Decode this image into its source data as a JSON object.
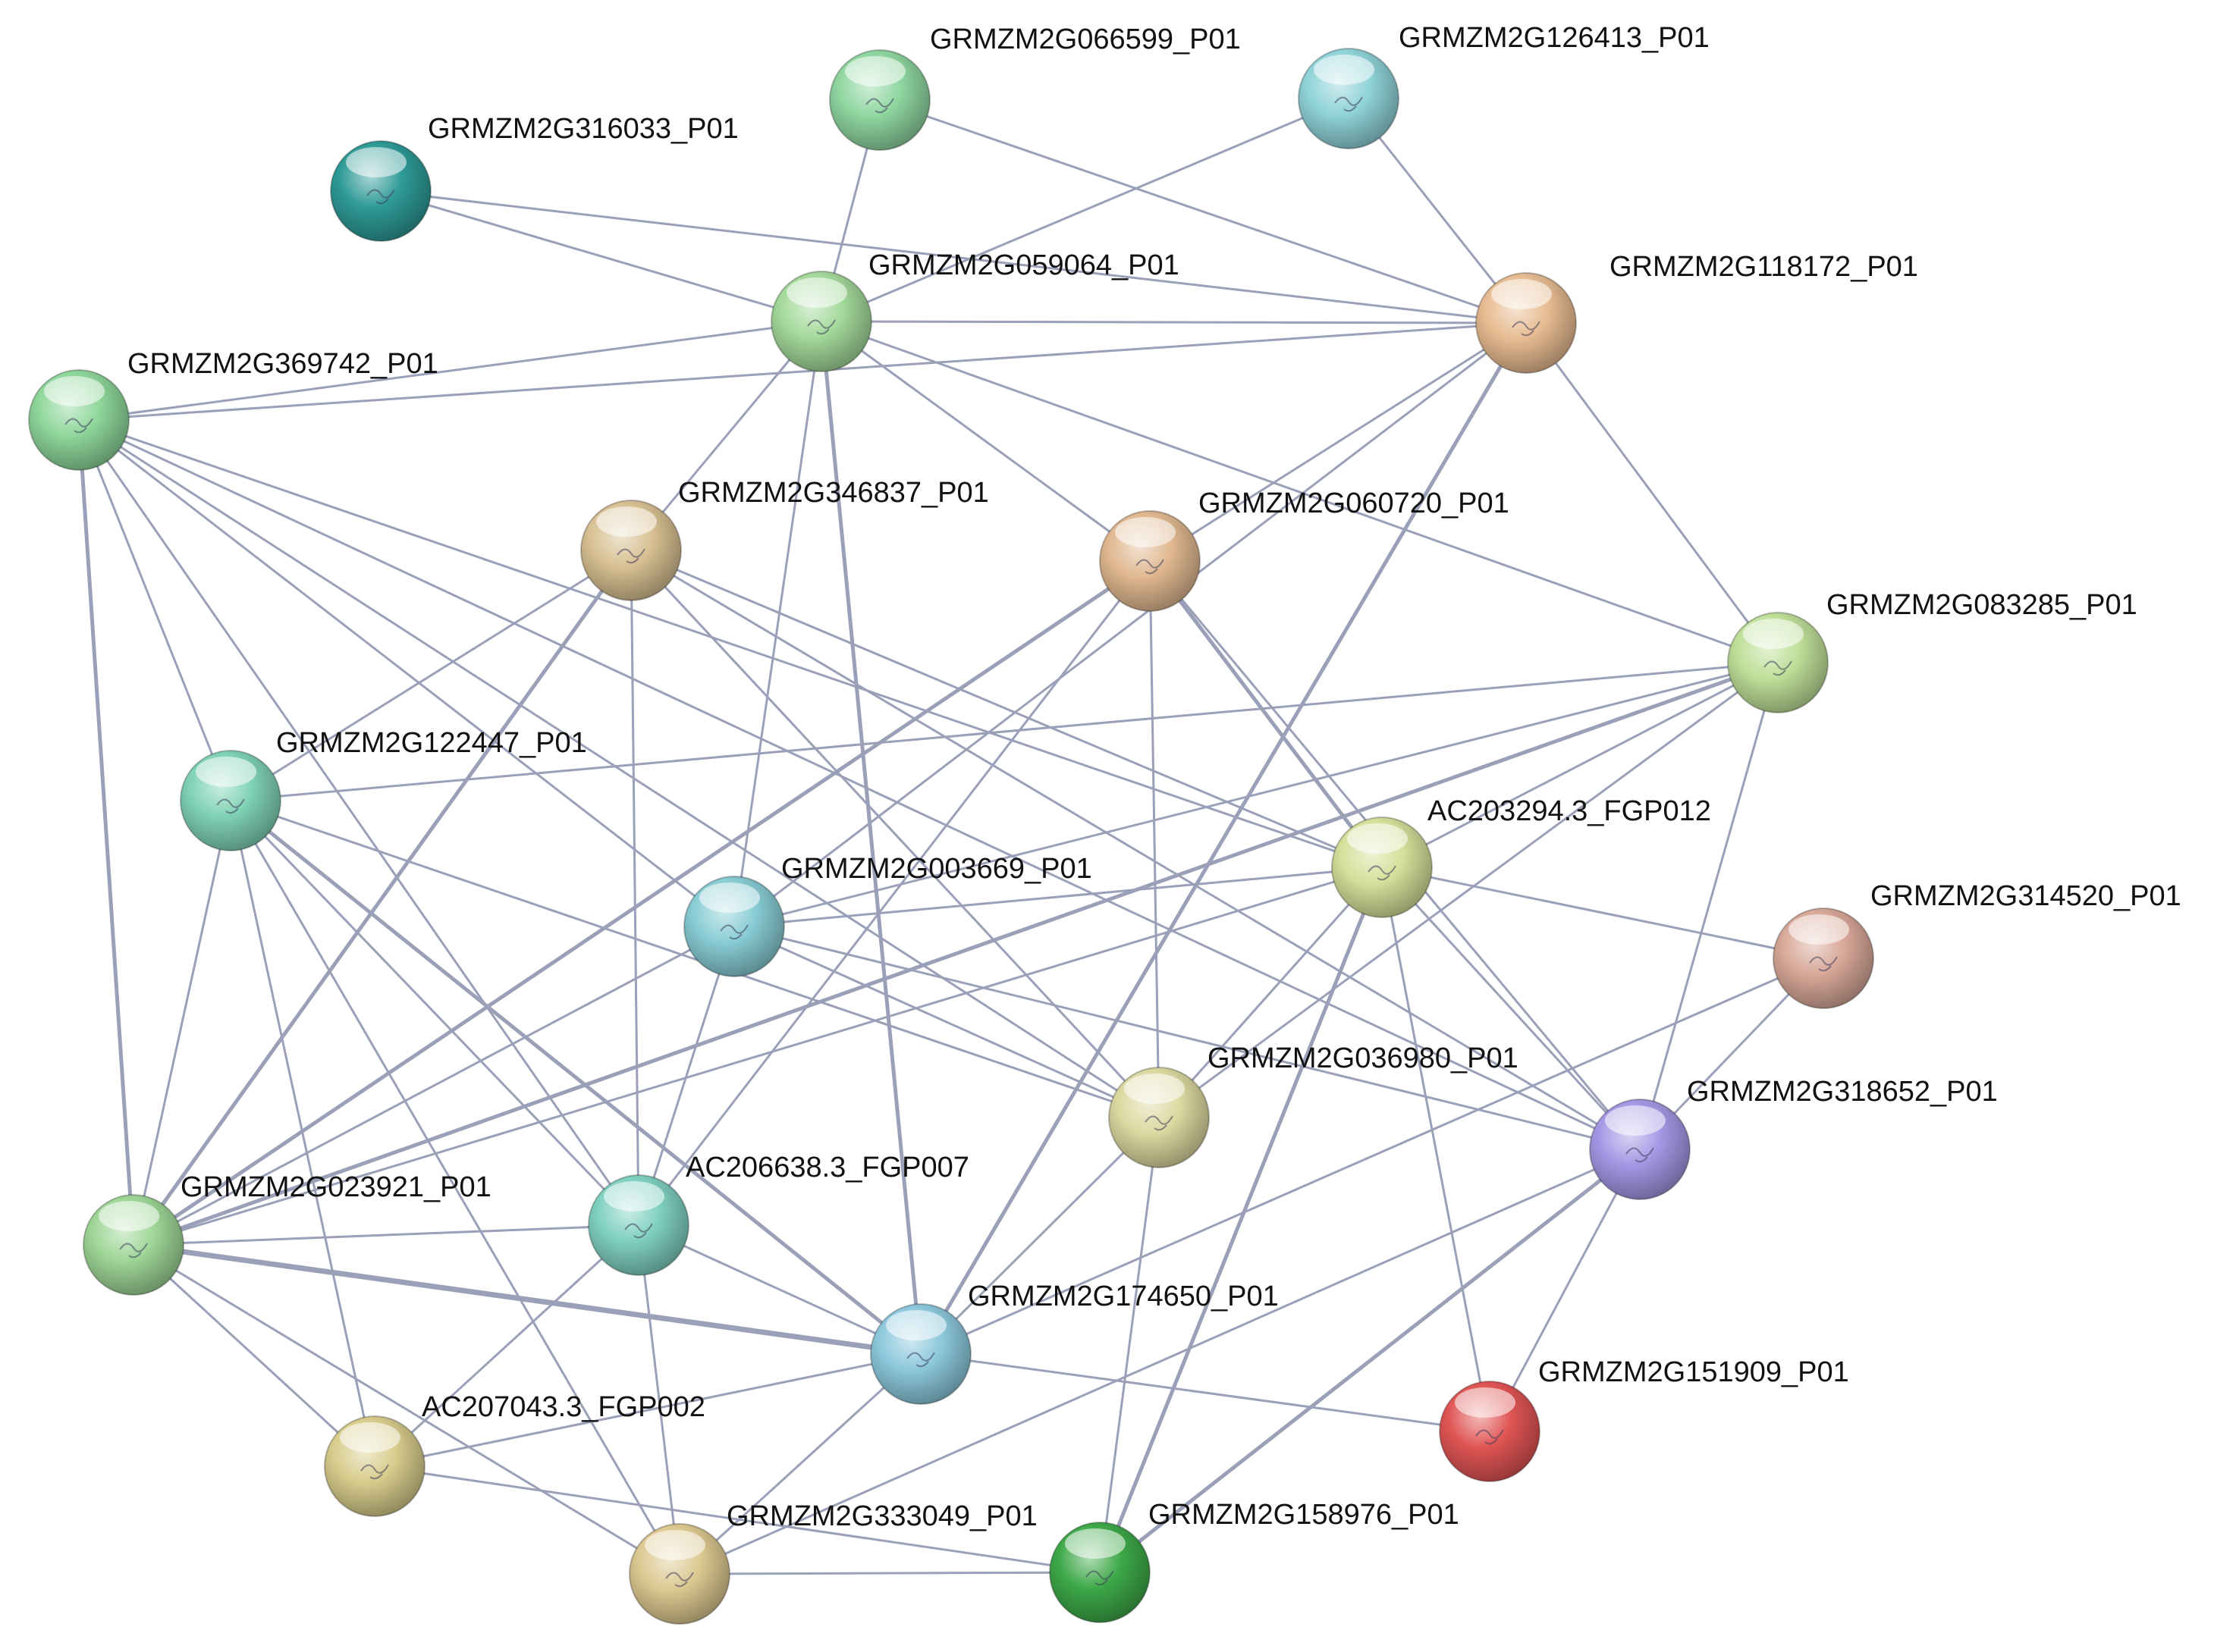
{
  "nodes": [
    {
      "id": "GRMZM2G316033_P01",
      "label": "GRMZM2G316033_P01",
      "color": "#2e9a96"
    },
    {
      "id": "GRMZM2G066599_P01",
      "label": "GRMZM2G066599_P01",
      "color": "#8fd6a0"
    },
    {
      "id": "GRMZM2G126413_P01",
      "label": "GRMZM2G126413_P01",
      "color": "#8fd3d8"
    },
    {
      "id": "GRMZM2G059064_P01",
      "label": "GRMZM2G059064_P01",
      "color": "#a3d99a"
    },
    {
      "id": "GRMZM2G118172_P01",
      "label": "GRMZM2G118172_P01",
      "color": "#e8bc92"
    },
    {
      "id": "GRMZM2G369742_P01",
      "label": "GRMZM2G369742_P01",
      "color": "#8ed69a"
    },
    {
      "id": "GRMZM2G346837_P01",
      "label": "GRMZM2G346837_P01",
      "color": "#d8c092"
    },
    {
      "id": "GRMZM2G060720_P01",
      "label": "GRMZM2G060720_P01",
      "color": "#e0b890"
    },
    {
      "id": "GRMZM2G083285_P01",
      "label": "GRMZM2G083285_P01",
      "color": "#bedf98"
    },
    {
      "id": "GRMZM2G122447_P01",
      "label": "GRMZM2G122447_P01",
      "color": "#7fd2b4"
    },
    {
      "id": "AC203294.3_FGP012",
      "label": "AC203294.3_FGP012",
      "color": "#d4e09a"
    },
    {
      "id": "GRMZM2G003669_P01",
      "label": "GRMZM2G003669_P01",
      "color": "#88ccd4"
    },
    {
      "id": "GRMZM2G314520_P01",
      "label": "GRMZM2G314520_P01",
      "color": "#d8a898"
    },
    {
      "id": "GRMZM2G036980_P01",
      "label": "GRMZM2G036980_P01",
      "color": "#dcd8a0"
    },
    {
      "id": "GRMZM2G318652_P01",
      "label": "GRMZM2G318652_P01",
      "color": "#a596e4"
    },
    {
      "id": "GRMZM2G023921_P01",
      "label": "GRMZM2G023921_P01",
      "color": "#9ed696"
    },
    {
      "id": "AC206638.3_FGP007",
      "label": "AC206638.3_FGP007",
      "color": "#7fd0c0"
    },
    {
      "id": "GRMZM2G174650_P01",
      "label": "GRMZM2G174650_P01",
      "color": "#8cc8dc"
    },
    {
      "id": "GRMZM2G151909_P01",
      "label": "GRMZM2G151909_P01",
      "color": "#e05454"
    },
    {
      "id": "AC207043.3_FGP002",
      "label": "AC207043.3_FGP002",
      "color": "#d8cc8c"
    },
    {
      "id": "GRMZM2G333049_P01",
      "label": "GRMZM2G333049_P01",
      "color": "#dcc890"
    },
    {
      "id": "GRMZM2G158976_P01",
      "label": "GRMZM2G158976_P01",
      "color": "#3da848"
    }
  ],
  "edges": [
    [
      "GRMZM2G316033_P01",
      "GRMZM2G059064_P01",
      1
    ],
    [
      "GRMZM2G316033_P01",
      "GRMZM2G118172_P01",
      1
    ],
    [
      "GRMZM2G066599_P01",
      "GRMZM2G059064_P01",
      1
    ],
    [
      "GRMZM2G066599_P01",
      "GRMZM2G118172_P01",
      1
    ],
    [
      "GRMZM2G126413_P01",
      "GRMZM2G059064_P01",
      1
    ],
    [
      "GRMZM2G126413_P01",
      "GRMZM2G118172_P01",
      1
    ],
    [
      "GRMZM2G059064_P01",
      "GRMZM2G118172_P01",
      1
    ],
    [
      "GRMZM2G059064_P01",
      "GRMZM2G369742_P01",
      1
    ],
    [
      "GRMZM2G059064_P01",
      "GRMZM2G346837_P01",
      1
    ],
    [
      "GRMZM2G059064_P01",
      "GRMZM2G060720_P01",
      1
    ],
    [
      "GRMZM2G059064_P01",
      "GRMZM2G083285_P01",
      1
    ],
    [
      "GRMZM2G059064_P01",
      "GRMZM2G003669_P01",
      1
    ],
    [
      "GRMZM2G059064_P01",
      "GRMZM2G174650_P01",
      2
    ],
    [
      "GRMZM2G369742_P01",
      "GRMZM2G118172_P01",
      1
    ],
    [
      "GRMZM2G369742_P01",
      "GRMZM2G122447_P01",
      1
    ],
    [
      "GRMZM2G369742_P01",
      "GRMZM2G023921_P01",
      2
    ],
    [
      "GRMZM2G369742_P01",
      "AC203294.3_FGP012",
      1
    ],
    [
      "GRMZM2G369742_P01",
      "GRMZM2G036980_P01",
      1
    ],
    [
      "GRMZM2G369742_P01",
      "GRMZM2G318652_P01",
      1
    ],
    [
      "GRMZM2G369742_P01",
      "AC206638.3_FGP007",
      1
    ],
    [
      "GRMZM2G369742_P01",
      "GRMZM2G003669_P01",
      1
    ],
    [
      "GRMZM2G118172_P01",
      "GRMZM2G083285_P01",
      1
    ],
    [
      "GRMZM2G118172_P01",
      "GRMZM2G174650_P01",
      2
    ],
    [
      "GRMZM2G118172_P01",
      "GRMZM2G060720_P01",
      1
    ],
    [
      "GRMZM2G118172_P01",
      "GRMZM2G003669_P01",
      1
    ],
    [
      "GRMZM2G346837_P01",
      "GRMZM2G023921_P01",
      2
    ],
    [
      "GRMZM2G346837_P01",
      "AC206638.3_FGP007",
      1
    ],
    [
      "GRMZM2G346837_P01",
      "AC203294.3_FGP012",
      1
    ],
    [
      "GRMZM2G346837_P01",
      "GRMZM2G036980_P01",
      1
    ],
    [
      "GRMZM2G346837_P01",
      "GRMZM2G318652_P01",
      1
    ],
    [
      "GRMZM2G346837_P01",
      "GRMZM2G122447_P01",
      1
    ],
    [
      "GRMZM2G060720_P01",
      "GRMZM2G023921_P01",
      2
    ],
    [
      "GRMZM2G060720_P01",
      "AC203294.3_FGP012",
      2
    ],
    [
      "GRMZM2G060720_P01",
      "GRMZM2G036980_P01",
      1
    ],
    [
      "GRMZM2G060720_P01",
      "GRMZM2G318652_P01",
      1
    ],
    [
      "GRMZM2G060720_P01",
      "AC206638.3_FGP007",
      1
    ],
    [
      "GRMZM2G083285_P01",
      "GRMZM2G122447_P01",
      1
    ],
    [
      "GRMZM2G083285_P01",
      "AC203294.3_FGP012",
      1
    ],
    [
      "GRMZM2G083285_P01",
      "GRMZM2G318652_P01",
      1
    ],
    [
      "GRMZM2G083285_P01",
      "GRMZM2G023921_P01",
      2
    ],
    [
      "GRMZM2G083285_P01",
      "GRMZM2G036980_P01",
      1
    ],
    [
      "GRMZM2G083285_P01",
      "GRMZM2G003669_P01",
      1
    ],
    [
      "GRMZM2G122447_P01",
      "GRMZM2G023921_P01",
      1
    ],
    [
      "GRMZM2G122447_P01",
      "GRMZM2G174650_P01",
      2
    ],
    [
      "GRMZM2G122447_P01",
      "AC207043.3_FGP002",
      1
    ],
    [
      "GRMZM2G122447_P01",
      "GRMZM2G333049_P01",
      1
    ],
    [
      "GRMZM2G122447_P01",
      "GRMZM2G036980_P01",
      1
    ],
    [
      "GRMZM2G122447_P01",
      "AC206638.3_FGP007",
      1
    ],
    [
      "AC203294.3_FGP012",
      "GRMZM2G003669_P01",
      1
    ],
    [
      "AC203294.3_FGP012",
      "GRMZM2G314520_P01",
      1
    ],
    [
      "AC203294.3_FGP012",
      "GRMZM2G318652_P01",
      1
    ],
    [
      "AC203294.3_FGP012",
      "GRMZM2G158976_P01",
      2
    ],
    [
      "AC203294.3_FGP012",
      "GRMZM2G151909_P01",
      1
    ],
    [
      "AC203294.3_FGP012",
      "GRMZM2G023921_P01",
      1
    ],
    [
      "AC203294.3_FGP012",
      "GRMZM2G036980_P01",
      1
    ],
    [
      "GRMZM2G003669_P01",
      "GRMZM2G036980_P01",
      1
    ],
    [
      "GRMZM2G003669_P01",
      "AC206638.3_FGP007",
      1
    ],
    [
      "GRMZM2G003669_P01",
      "GRMZM2G318652_P01",
      1
    ],
    [
      "GRMZM2G003669_P01",
      "GRMZM2G023921_P01",
      1
    ],
    [
      "GRMZM2G314520_P01",
      "GRMZM2G318652_P01",
      1
    ],
    [
      "GRMZM2G314520_P01",
      "GRMZM2G174650_P01",
      1
    ],
    [
      "GRMZM2G036980_P01",
      "GRMZM2G174650_P01",
      1
    ],
    [
      "GRMZM2G036980_P01",
      "GRMZM2G158976_P01",
      1
    ],
    [
      "GRMZM2G318652_P01",
      "GRMZM2G158976_P01",
      2
    ],
    [
      "GRMZM2G318652_P01",
      "GRMZM2G151909_P01",
      1
    ],
    [
      "GRMZM2G318652_P01",
      "GRMZM2G333049_P01",
      1
    ],
    [
      "GRMZM2G023921_P01",
      "AC206638.3_FGP007",
      1
    ],
    [
      "GRMZM2G023921_P01",
      "GRMZM2G174650_P01",
      3
    ],
    [
      "GRMZM2G023921_P01",
      "AC207043.3_FGP002",
      1
    ],
    [
      "GRMZM2G023921_P01",
      "GRMZM2G333049_P01",
      1
    ],
    [
      "AC206638.3_FGP007",
      "GRMZM2G174650_P01",
      1
    ],
    [
      "AC206638.3_FGP007",
      "GRMZM2G333049_P01",
      1
    ],
    [
      "AC206638.3_FGP007",
      "AC207043.3_FGP002",
      1
    ],
    [
      "GRMZM2G174650_P01",
      "AC207043.3_FGP002",
      1
    ],
    [
      "GRMZM2G174650_P01",
      "GRMZM2G151909_P01",
      1
    ],
    [
      "GRMZM2G174650_P01",
      "GRMZM2G333049_P01",
      1
    ],
    [
      "AC207043.3_FGP002",
      "GRMZM2G158976_P01",
      1
    ],
    [
      "GRMZM2G333049_P01",
      "GRMZM2G158976_P01",
      1
    ]
  ]
}
